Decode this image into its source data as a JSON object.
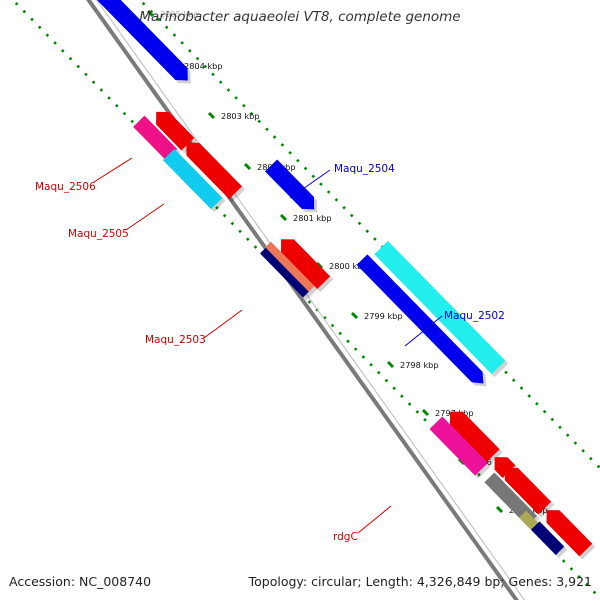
{
  "title": "Marinobacter aquaeolei VT8, complete genome",
  "footer": {
    "accession": "Accession: NC_008740",
    "summary": "Topology: circular; Length: 4,326,849 bp; Genes: 3,921"
  },
  "colors": {
    "tick": "#008800",
    "backbone": "#7a7a7a",
    "forward_label": "#0000cc",
    "reverse_label": "#cc0000"
  },
  "ticks": [
    "2805 kbp",
    "2804 kbp",
    "2803 kbp",
    "2802 kbp",
    "2801 kbp",
    "2800 kbp",
    "2799 kbp",
    "2798 kbp",
    "2797 kbp",
    "2796 kbp",
    "2795 kbp"
  ],
  "labels": [
    {
      "text": "Maqu_2506",
      "strand": "reverse"
    },
    {
      "text": "Maqu_2505",
      "strand": "reverse"
    },
    {
      "text": "Maqu_2503",
      "strand": "reverse"
    },
    {
      "text": "rdgC",
      "strand": "reverse"
    },
    {
      "text": "Maqu_2504",
      "strand": "forward"
    },
    {
      "text": "Maqu_2502",
      "strand": "forward"
    }
  ],
  "features": [
    {
      "name": "gene-blue-top",
      "color": "#0000ee"
    },
    {
      "name": "gene-blue-2504",
      "color": "#0000ee"
    },
    {
      "name": "gene-blue-long",
      "color": "#0000ee"
    },
    {
      "name": "gene-cyan-2502",
      "color": "#22eeee"
    },
    {
      "name": "gene-red-a",
      "color": "#ee0000"
    },
    {
      "name": "gene-pink-2506",
      "color": "#ee1188"
    },
    {
      "name": "gene-red-b",
      "color": "#ee0000"
    },
    {
      "name": "gene-skyblue-2505",
      "color": "#11ccee"
    },
    {
      "name": "gene-red-c",
      "color": "#ee0000"
    },
    {
      "name": "gene-salmon",
      "color": "#ee7755"
    },
    {
      "name": "gene-navy-2503",
      "color": "#000077"
    },
    {
      "name": "gene-red-d",
      "color": "#ee0000"
    },
    {
      "name": "gene-pink-rdgc",
      "color": "#ee1199"
    },
    {
      "name": "gene-red-e",
      "color": "#ee0000"
    },
    {
      "name": "gene-red-f",
      "color": "#ee0000"
    },
    {
      "name": "gene-gray",
      "color": "#777777"
    },
    {
      "name": "gene-olive",
      "color": "#aaaa55"
    },
    {
      "name": "gene-red-g",
      "color": "#ee0000"
    },
    {
      "name": "gene-navy-bottom",
      "color": "#000077"
    }
  ]
}
